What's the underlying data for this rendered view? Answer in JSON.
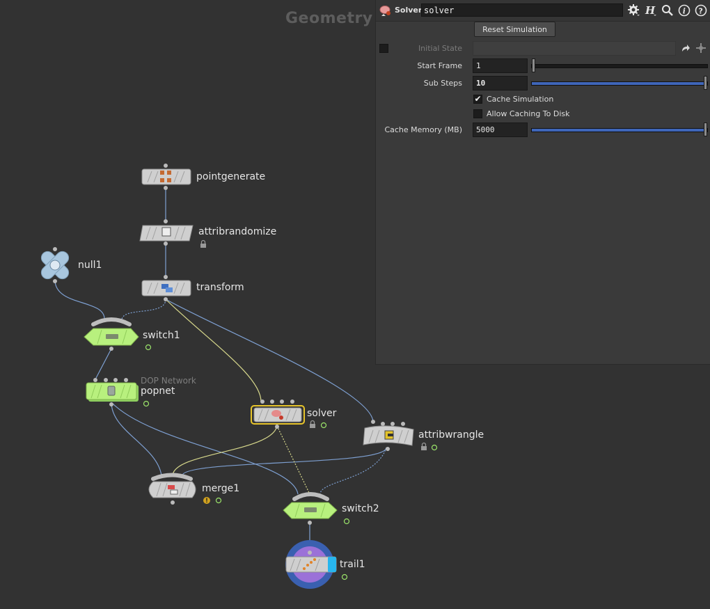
{
  "network": {
    "title": "Geometry",
    "nodes": {
      "pointgenerate": {
        "label": "pointgenerate"
      },
      "attribrandomize": {
        "label": "attribrandomize"
      },
      "transform": {
        "label": "transform"
      },
      "null1": {
        "label": "null1"
      },
      "switch1": {
        "label": "switch1"
      },
      "popnet": {
        "label": "popnet",
        "sublabel": "DOP Network"
      },
      "solver": {
        "label": "solver"
      },
      "attribwrangle": {
        "label": "attribwrangle"
      },
      "merge1": {
        "label": "merge1"
      },
      "switch2": {
        "label": "switch2"
      },
      "trail1": {
        "label": "trail1"
      }
    }
  },
  "param_panel": {
    "node_type": "Solver",
    "node_name": "solver",
    "reset_button": "Reset Simulation",
    "initial_state": {
      "label": "Initial State",
      "value": ""
    },
    "start_frame": {
      "label": "Start Frame",
      "value": "1",
      "slider_fraction": 0.0
    },
    "sub_steps": {
      "label": "Sub Steps",
      "value": "10",
      "slider_fraction": 1.0
    },
    "cache_simulation": {
      "label": "Cache Simulation",
      "checked": true,
      "mark": "✔"
    },
    "allow_caching": {
      "label": "Allow Caching To Disk",
      "checked": false
    },
    "cache_memory": {
      "label": "Cache Memory (MB)",
      "value": "5000",
      "slider_fraction": 1.0
    }
  },
  "colors": {
    "background": "#323232",
    "wire": "#7ea0d2",
    "wire_selected": "#d8d98c",
    "selection": "#e8c52b",
    "green_node": "#b8f07e",
    "grey_node": "#cfcfcf",
    "slider_blue": "#3f66b9"
  },
  "icons": [
    "gear-icon",
    "houdini-help-icon",
    "search-icon",
    "info-icon",
    "question-icon",
    "lock-icon",
    "bypass-icon",
    "warning-icon"
  ]
}
